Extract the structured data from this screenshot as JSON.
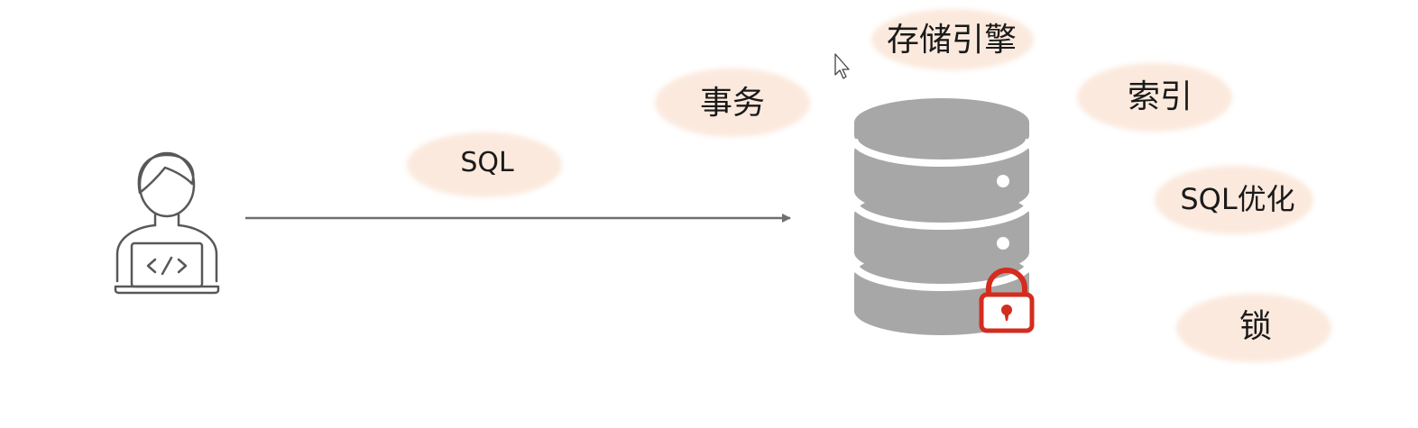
{
  "colors": {
    "bubble": "#fbe9dd",
    "database": "#a7a7a7",
    "lock": "#d42c1e",
    "arrow": "#6f6f6f",
    "developer_outline": "#585858"
  },
  "icons": {
    "developer": "developer-laptop-icon",
    "database": "database-icon",
    "lock": "lock-icon",
    "cursor": "mouse-cursor-icon"
  },
  "request_label": "SQL",
  "topics": {
    "storage_engine": "存储引擎",
    "transaction": "事务",
    "index": "索引",
    "sql_optimization": "SQL优化",
    "lock": "锁"
  }
}
